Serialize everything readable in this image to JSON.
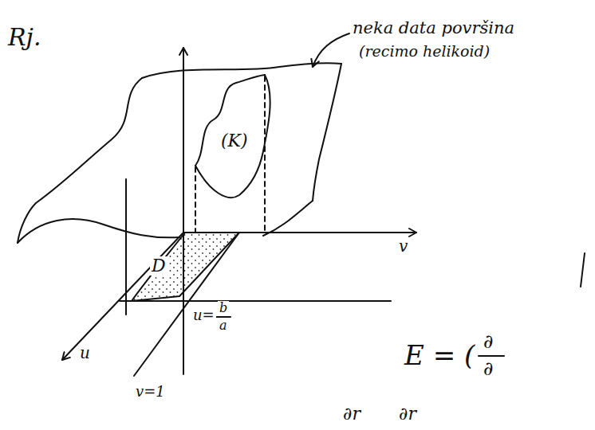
{
  "diagram": {
    "labels": [
      "Rj.",
      "neka data površina",
      "(recimo helikoid)",
      "(K)",
      "D",
      "v",
      "u",
      "u=",
      "b",
      "a",
      "v=1",
      "E = (",
      "∂",
      "∂",
      "∂r",
      "∂r"
    ]
  }
}
